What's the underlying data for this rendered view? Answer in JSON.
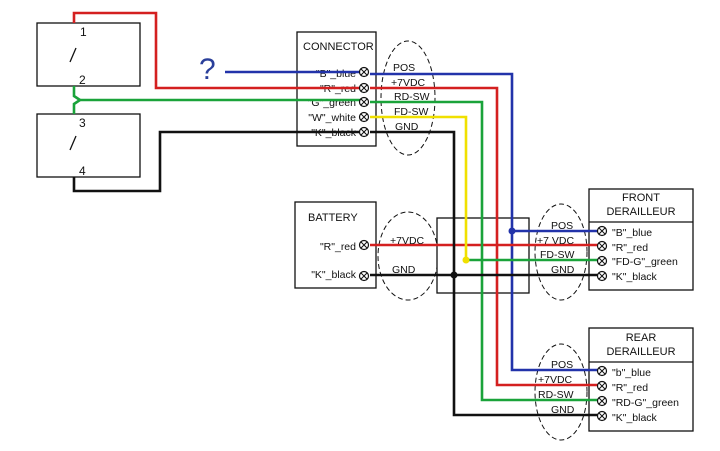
{
  "colors": {
    "red": "#d42020",
    "blue": "#2233aa",
    "green": "#1aa33a",
    "yellow": "#f0e000",
    "black": "#111111"
  },
  "switches": {
    "pin1": "1",
    "pin2": "2",
    "pin3": "3",
    "pin4": "4"
  },
  "question_mark": "?",
  "connector": {
    "title": "CONNECTOR",
    "pins": [
      "\"B\"_blue",
      "\"R\"_red",
      "\"G\"_green",
      "\"W\"_white",
      "\"K\"_black"
    ],
    "signals": [
      "POS",
      "+7VDC",
      "RD-SW",
      "FD-SW",
      "GND"
    ]
  },
  "battery": {
    "title": "BATTERY",
    "pins": [
      "\"R\"_red",
      "\"K\"_black"
    ],
    "signals": [
      "+7VDC",
      "GND"
    ]
  },
  "front_derailleur": {
    "title_line1": "FRONT",
    "title_line2": "DERAILLEUR",
    "pins": [
      "\"B\"_blue",
      "\"R\"_red",
      "\"FD-G\"_green",
      "\"K\"_black"
    ],
    "signals": [
      "POS",
      "+7 VDC",
      "FD-SW",
      "GND"
    ]
  },
  "rear_derailleur": {
    "title_line1": "REAR",
    "title_line2": "DERAILLEUR",
    "pins": [
      "\"b\"_blue",
      "\"R\"_red",
      "\"RD-G\"_green",
      "\"K\"_black"
    ],
    "signals": [
      "POS",
      "+7VDC",
      "RD-SW",
      "GND"
    ]
  }
}
